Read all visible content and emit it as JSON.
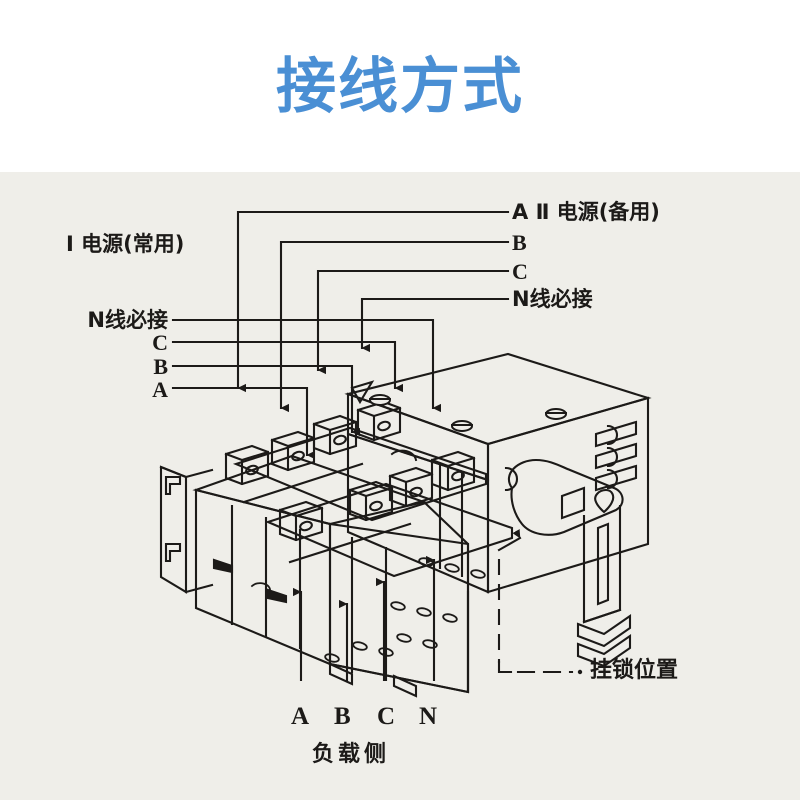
{
  "header": {
    "title": "接线方式"
  },
  "panel": {
    "background_color": "#efeee9",
    "title_color": "#4a8fd4",
    "line_color": "#1c1a18"
  },
  "labels": {
    "source1_title": "I 电源(常用)",
    "source2_title": "A Ⅱ 电源(备用)",
    "left_terminals": [
      {
        "id": "left-n",
        "text": "N线必接"
      },
      {
        "id": "left-c",
        "text": "C"
      },
      {
        "id": "left-b",
        "text": "B"
      },
      {
        "id": "left-a",
        "text": "A"
      }
    ],
    "right_terminals": [
      {
        "id": "right-b",
        "text": "B"
      },
      {
        "id": "right-c",
        "text": "C"
      },
      {
        "id": "right-n",
        "text": "N线必接"
      }
    ],
    "load_phases": [
      "A",
      "B",
      "C",
      "N"
    ],
    "load_side": "负载侧",
    "padlock_position": "挂锁位置"
  },
  "chart_data": {
    "type": "diagram",
    "title": "接线方式",
    "subject": "双电源自动转换开关接线示意图",
    "annotations": [
      {
        "name": "source-1",
        "text": "I 电源(常用)",
        "side": "left-top"
      },
      {
        "name": "source-2",
        "text": "A Ⅱ 电源(备用)",
        "side": "right-top"
      },
      {
        "name": "left-neutral",
        "text": "N线必接",
        "side": "left"
      },
      {
        "name": "left-phase-c",
        "text": "C",
        "side": "left"
      },
      {
        "name": "left-phase-b",
        "text": "B",
        "side": "left"
      },
      {
        "name": "left-phase-a",
        "text": "A",
        "side": "left"
      },
      {
        "name": "right-phase-b",
        "text": "B",
        "side": "right"
      },
      {
        "name": "right-phase-c",
        "text": "C",
        "side": "right"
      },
      {
        "name": "right-neutral",
        "text": "N线必接",
        "side": "right"
      },
      {
        "name": "load-a",
        "text": "A",
        "side": "bottom"
      },
      {
        "name": "load-b",
        "text": "B",
        "side": "bottom"
      },
      {
        "name": "load-c",
        "text": "C",
        "side": "bottom"
      },
      {
        "name": "load-n",
        "text": "N",
        "side": "bottom"
      },
      {
        "name": "load-side",
        "text": "负载侧",
        "side": "bottom"
      },
      {
        "name": "padlock",
        "text": "挂锁位置",
        "side": "bottom-right"
      }
    ]
  }
}
